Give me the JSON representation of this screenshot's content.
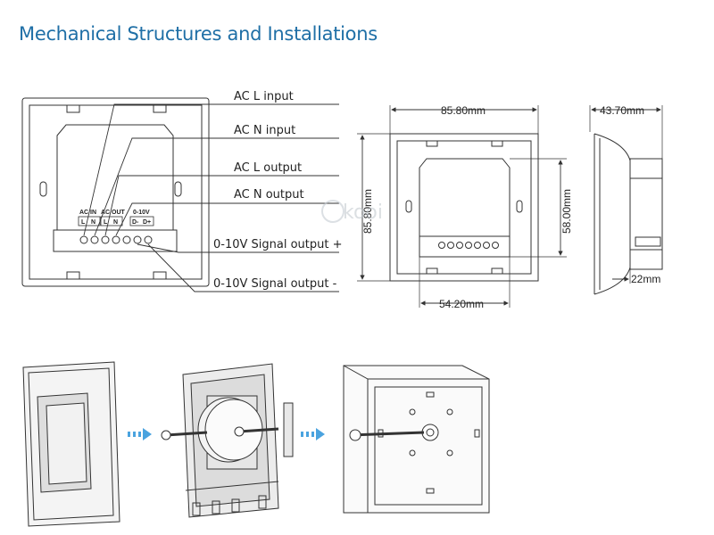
{
  "title": "Mechanical Structures and Installations",
  "wiring_labels": {
    "ac_l_input": "AC L input",
    "ac_n_input": "AC N input",
    "ac_l_output": "AC L output",
    "ac_n_output": "AC N output",
    "signal_plus": "0-10V Signal output +",
    "signal_minus": "0-10V Signal output -"
  },
  "terminal_block": {
    "ac_in": "AC IN",
    "ac_out": "AC OUT",
    "signal": "0-10V",
    "pins": [
      "L",
      "N",
      "L",
      "N"
    ],
    "dpins": [
      "D-",
      "D+"
    ]
  },
  "dimensions": {
    "front_width": "85.80mm",
    "front_height": "85.80mm",
    "inner_height": "58.00mm",
    "inner_width": "54.20mm",
    "side_depth": "43.70mm",
    "side_small": "22mm"
  },
  "watermark": "kooi",
  "colors": {
    "title": "#1f6fa6",
    "line": "#333333",
    "arrow": "#4aa3df"
  }
}
